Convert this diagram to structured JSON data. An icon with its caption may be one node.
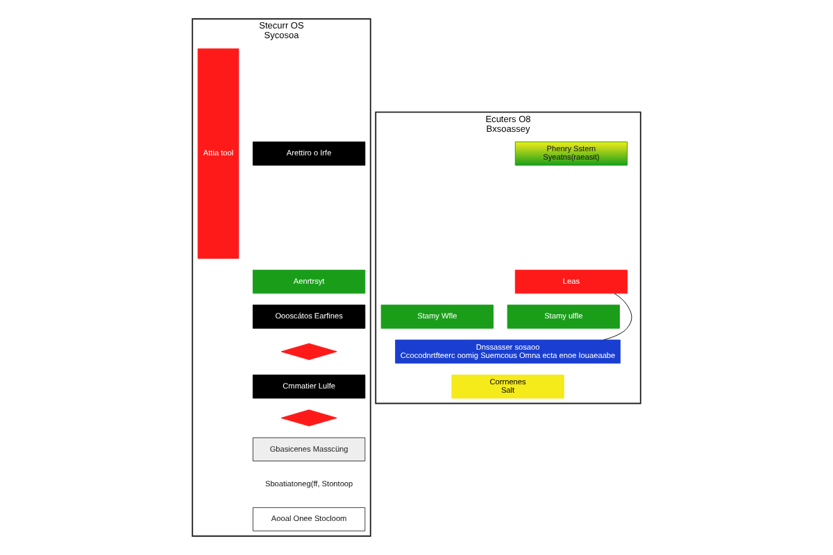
{
  "diagram": {
    "nodes": [
      {
        "text": [
          "Stecurr OS",
          "Sycosoa"
        ]
      },
      {
        "text": [
          "Attia tool"
        ],
        "in": 0
      },
      {
        "text": [
          "Arettiro o Irfe"
        ],
        "in": 0
      },
      {
        "text": [
          "Aenrtrsyt"
        ],
        "in": 0
      },
      {
        "text": [
          "Oooscátos Earfines"
        ],
        "in": 0
      },
      {
        "text": [],
        "shape": "diamond",
        "in": 0
      },
      {
        "text": [
          "Cmmatier Lulfe"
        ],
        "in": 0
      },
      {
        "text": [],
        "shape": "diamond",
        "in": 0
      },
      {
        "text": [
          "Gbasicenes Masscüng"
        ],
        "in": 0
      },
      {
        "text": [
          "Sboatiatoneg(ff, Stontoop"
        ],
        "in": 0
      },
      {
        "text": [
          "Aooal Onee Stocloom"
        ],
        "in": 0
      },
      {
        "text": [
          "Ecuters O8",
          "Bxsoassey"
        ]
      },
      {
        "text": [
          "Phenry Sstern",
          "Syeatns(raeasit)"
        ],
        "in": 11
      },
      {
        "text": [
          "Leas"
        ],
        "in": 11
      },
      {
        "text": [
          "Stamy ulfle"
        ],
        "in": 11
      },
      {
        "text": [
          "Stamy Wfle"
        ],
        "in": 11
      },
      {
        "text": [
          "Dnssasser sosaoo",
          "Ccocodnrtfteerc oomig Suemcous Omna ecta enoe Iouaeaabe"
        ],
        "in": 11
      },
      {
        "text": [
          "Corrnenes",
          "Salt"
        ],
        "in": 11
      }
    ],
    "edges": [
      {
        "from": 13,
        "to": 16,
        "arrow": "none"
      }
    ]
  }
}
